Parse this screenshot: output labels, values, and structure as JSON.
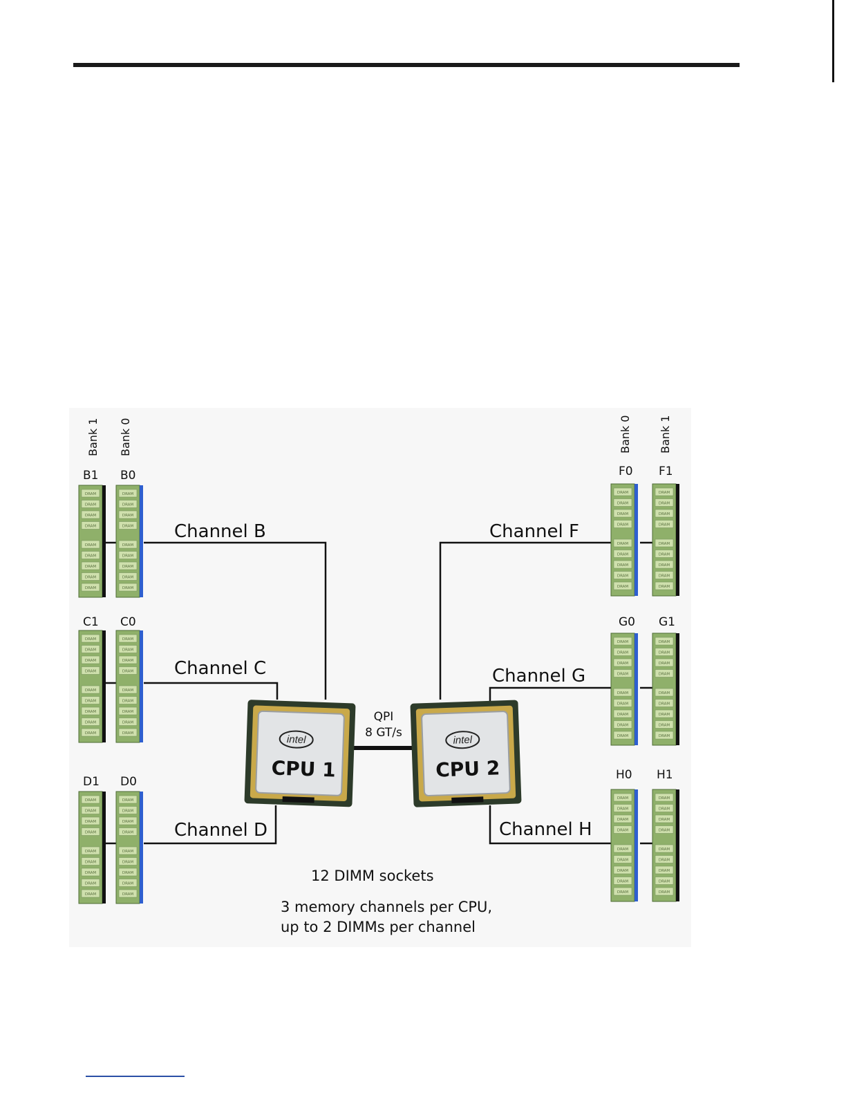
{
  "diagram": {
    "banks": {
      "left_outer": "Bank 1",
      "left_inner": "Bank 0",
      "right_inner": "Bank 0",
      "right_outer": "Bank 1"
    },
    "slots": {
      "B1": "B1",
      "B0": "B0",
      "C1": "C1",
      "C0": "C0",
      "D1": "D1",
      "D0": "D0",
      "F0": "F0",
      "F1": "F1",
      "G0": "G0",
      "G1": "G1",
      "H0": "H0",
      "H1": "H1"
    },
    "channels": {
      "B": "Channel B",
      "C": "Channel C",
      "D": "Channel D",
      "F": "Channel F",
      "G": "Channel G",
      "H": "Channel H"
    },
    "cpu1": {
      "brand": "intel",
      "name": "CPU 1"
    },
    "cpu2": {
      "brand": "intel",
      "name": "CPU 2"
    },
    "qpi": {
      "label": "QPI",
      "speed": "8 GT/s"
    },
    "notes": {
      "sockets": "12 DIMM sockets",
      "line1": "3 memory channels per CPU,",
      "line2": "up to 2 DIMMs per channel"
    },
    "chip_label": "DRAM",
    "colors": {
      "dimm_green": "#8fb06a",
      "bank0_edge": "#2e5fcf",
      "bank1_edge": "#111111"
    }
  }
}
